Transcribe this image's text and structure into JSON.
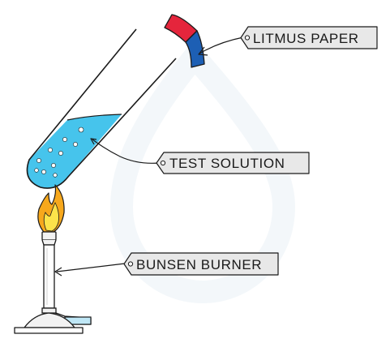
{
  "labels": {
    "litmus_paper": "LITMUS PAPER",
    "test_solution": "TEST SOLUTION",
    "bunsen_burner": "BUNSEN BURNER"
  },
  "colors": {
    "outline": "#1a1a1a",
    "solution": "#46c4ec",
    "litmus_red": "#e5253c",
    "litmus_blue": "#1d5fb4",
    "flame_outer": "#f7a81c",
    "flame_inner": "#fde34a",
    "tag_fill": "#e8e8e8",
    "burner_metal": "#f2f2f2",
    "gas_tube": "#bfe7f6"
  },
  "icons": {
    "watermark": "droplet-watermark-icon"
  }
}
